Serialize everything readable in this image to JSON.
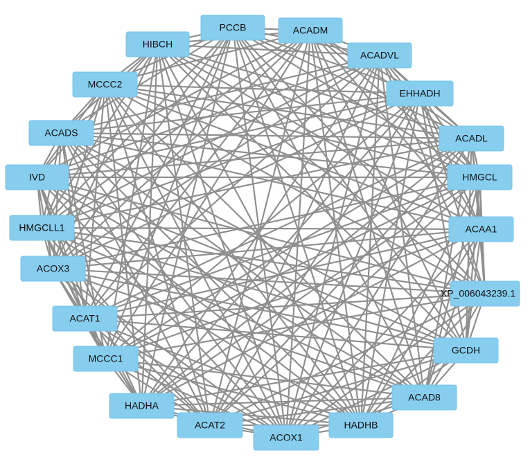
{
  "network": {
    "nodes": [
      "PCCB",
      "ACADM",
      "ACADVL",
      "EHHADH",
      "ACADL",
      "HMGCL",
      "ACAA1",
      "XP_006043239.1",
      "GCDH",
      "ACAD8",
      "HADHB",
      "ACOX1",
      "ACAT2",
      "HADHA",
      "MCCC1",
      "ACAT1",
      "ACOX3",
      "HMGCLL1",
      "IVD",
      "ACADS",
      "MCCC2",
      "HIBCH"
    ],
    "colors": {
      "node_fill": "#87cdee",
      "node_border": "#79c4e8",
      "edge": "#8f8f8f",
      "label": "#111111",
      "background": "#ffffff"
    }
  }
}
